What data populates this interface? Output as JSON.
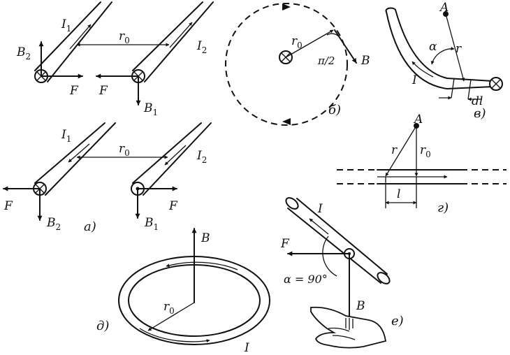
{
  "panel_a": {
    "top": {
      "current_1": "I",
      "current_1_sub": "1",
      "current_2": "I",
      "current_2_sub": "2",
      "distance": "r",
      "distance_sub": "0",
      "field_left": "B",
      "field_left_sub": "2",
      "field_right": "B",
      "field_right_sub": "1",
      "force_left": "F",
      "force_right": "F"
    },
    "bottom": {
      "current_1": "I",
      "current_1_sub": "1",
      "current_2": "I",
      "current_2_sub": "2",
      "distance": "r",
      "distance_sub": "0",
      "field_left": "B",
      "field_left_sub": "2",
      "field_right": "B",
      "field_right_sub": "1",
      "force_left": "F",
      "force_right": "F"
    },
    "caption": "а)"
  },
  "panel_b": {
    "radius": "r",
    "radius_sub": "0",
    "angle": "π/2",
    "field": "B",
    "caption": "б)"
  },
  "panel_v": {
    "point": "A",
    "angle": "α",
    "radius": "r",
    "current": "I",
    "element": "dl",
    "caption": "в)"
  },
  "panel_g": {
    "point": "A",
    "radius": "r",
    "distance": "r",
    "distance_sub": "0",
    "length": "l",
    "caption": "г)"
  },
  "panel_d": {
    "field": "B",
    "radius": "r",
    "radius_sub": "0",
    "current": "I",
    "caption": "д)"
  },
  "panel_e": {
    "current": "I",
    "force": "F",
    "angle": "α = 90°",
    "field": "B",
    "caption": "е)"
  }
}
